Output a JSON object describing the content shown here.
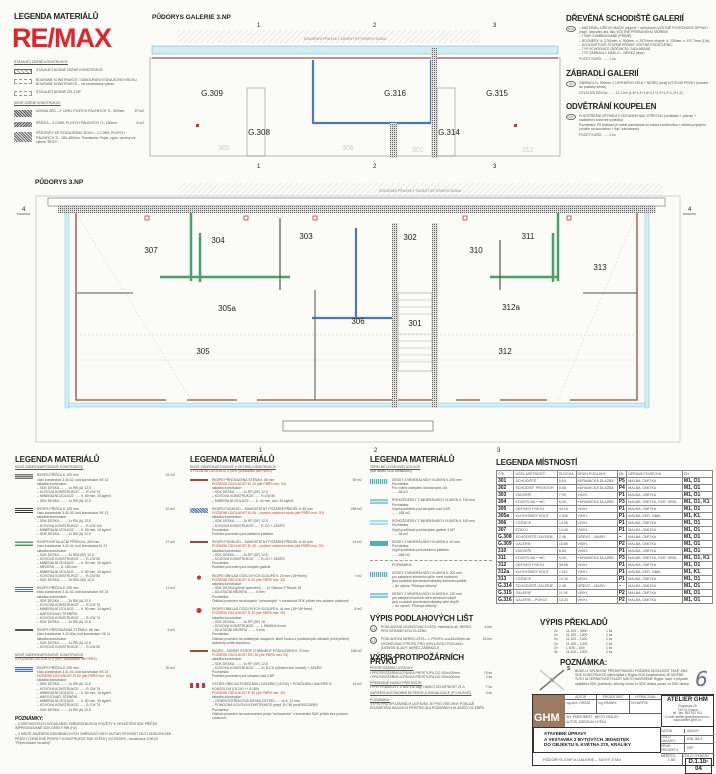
{
  "logo": {
    "text": "RE/MAX"
  },
  "top_legend": {
    "title": "LEGENDA MATERIÁLŮ",
    "existing_label": "STÁVAJÍCÍ ZDĚNÉ KONSTRUKCE",
    "items_existing": [
      "STÁVAJÍCÍ NOSNÉ ZDĚNÉ KONSTRUKCE",
      "BOURANÉ KONSTRUKCE / ODBOURÁNÍ STÁVAJÍCÍHO KROVU, BOURANÉ KONSTRUKCE – viz samostatný výkres",
      "STÁVAJÍCÍ NOSNÉ ZDI 2.NP"
    ],
    "new_label": "NOVÉ ZDĚNÉ KONSTRUKCE",
    "items_new": [
      {
        "text": "NOSNÁ ZEĎ – Z CIHEL PLNÝCH PÁLENÝCH TL. 300mm",
        "qty": "57 m2"
      },
      {
        "text": "PŘÍČKA – Z CIHEL PLNÝCH PÁLENÝCH TL. 150mm",
        "qty": "6 m2"
      },
      {
        "text": "PŘÍZDÍVKY KE STÁVAJÍCÍMU ZDIVU – Z CIHEL PLNÝCH PÁLENÝCH TL. 150–450mm. Poznámka: Popis, výpis, výměry viz výkres \"ŘEZY\".",
        "qty": ""
      }
    ]
  },
  "gallery_plan": {
    "title": "PŮDORYS GALERIE 3.NP",
    "neighbor": "SOUSEDNÍ PŘILEHLÝ OBJEKT BYTOVÉHO DOMU",
    "rooms": [
      "G.309",
      "G.316",
      "G.315",
      "G.308",
      "G.314"
    ],
    "ghost_rooms": [
      "305",
      "306",
      "301",
      "312"
    ],
    "axes": [
      "1",
      "2",
      "3"
    ]
  },
  "right_notes": {
    "stairs_title": "DŘEVĚNÁ SCHODIŠTĚ GALERIÍ",
    "stairs_tag": "SCH",
    "stairs_lines": [
      "– MATERIÁL: DŘEVO MASIV (stupně + schodnice) VČETNĚ POVRCHOVÉ ÚPRAVY (např. olejování atd. lak) VČETNĚ PŘÍPADNÉHO MOŘENÍ",
      "– TVAR: KOMBINOVANÉ (PŘÍMÉ)",
      "– ROZMĚRY: d. 2760mm, š. 900mm, v. 2570mm; stupně: š. 230mm, v. 197,7mm (13x)",
      "– SCHODIŠŤOVÉ STUPNĚ PŘÍSNÝ VČETNĚ PODSTUPNIC",
      "– TYP SCHODNICE (BOČNICE): ZADLABANÁ",
      "– TYP ZÁBRADLÍ: MADLO – NEREZ (leva)"
    ],
    "stairs_count": "POČET KUSŮ: ...... 2 ks",
    "railing_title": "ZÁBRADLÍ GALERIÍ",
    "railing_tag": "Z2",
    "railing_lines": [
      "ZÁBRADLÍ v. 900mm Z LEPENÉHO SKLA + NEREZ (mat) KOTEVNÍ PRVKY (kotvení do podlahy shora)"
    ],
    "railing_length": "CELKOVÁ DÉLKA: ...... 12,2 bm (1,6+1,3+1,6+2,1+1,9+1,2+1,3+1,2)",
    "vent_title": "ODVĚTRÁNÍ KOUPELEN",
    "vent_tag": "VZT",
    "vent_lines": [
      "PODSTŘEŠNÍ VĚTRÁNÍ S ODTAHEM NAD STŘECHU (ventilátor + potrubí + nadstřešní komínek výdechu)",
      "Poznámka: Při realizaci je nutné pamatovat na odvod kondenzátu + elektro přípojení (vodiče na souvislém + tlač. zásuvkami)."
    ],
    "vent_count": "POČET KUSŮ: ...... 2 ks"
  },
  "main_plan": {
    "title": "PŮDORYS 3.NP",
    "neighbor": "SOUSEDNÍ PŘILEHLÝ OBJEKT BYTOVÉHO DOMU",
    "rooms": [
      "307",
      "304",
      "303",
      "302",
      "310",
      "311",
      "313",
      "305a",
      "306",
      "301",
      "312a",
      "305",
      "312"
    ],
    "axes": [
      "1",
      "2",
      "3",
      "4"
    ]
  },
  "legend1": {
    "title": "LEGENDA MATERIÁLŮ",
    "sub": "NOVÉ SÁDROKARTONOVÉ KONSTRUKCE",
    "items": [
      {
        "name": "RIGIPS PŘÍČKA tl. 100 mm",
        "qty": "31 m2",
        "lines": [
          "číslo konstrukce 3.40.02, kód konstrukce SK 12",
          "skladba konstrukce:",
          "– SDK DESKA ........ 1x RB (A) 12,5",
          "– KOVOVÁ KONSTRUKCE ...... R-CW 75",
          "– MINERÁLNÍ IZOLACE ...... tl. 60 mm, 15 kg/m3",
          "– SDK DESKA ........ 1x RB (A) 12,5"
        ]
      },
      {
        "name": "RIGIPS PŘÍČKA tl. 125 mm",
        "qty": "10 m2",
        "lines": [
          "číslo konstrukce 3.40.03, kód konstrukce SK 12",
          "skladba konstrukce:",
          "– SDK DESKA ........ 1x RB (A) 12,5",
          "– KOVOVÁ KONSTRUKCE ...... R-CW 100",
          "– MINERÁLNÍ IZOLACE ...... tl. 60 mm, 15 kg/m3",
          "– SDK DESKA ........ 1x RB (A) 12,5"
        ]
      },
      {
        "name": "RIGIPS INSTALAČNÍ PŘÍČKA tl. 300 mm",
        "qty": "27 m2",
        "lines": [
          "číslo konstrukce 3.41.04, kód konstrukce IK 24",
          "skladba konstrukce:",
          "– SDK DESKA ........ 2x RBI (H2) 12,5",
          "– KOVOVÁ KONSTRUKCE ...... R-CW 50",
          "– MINERÁLNÍ IZOLACE ...... tl. 50 mm, 15 kg/m3",
          "– MEZERA ...... tl. 150 mm",
          "– MINERÁLNÍ IZOLACE ...... tl. 50 mm, 15 kg/m3",
          "– KOVOVÁ KONSTRUKCE ...... R-CW 50",
          "– SDK DESKA ........ 2x RBI (H2) 12,5"
        ]
      },
      {
        "name": "RIGIPS PŘÍČKA tl. 205 mm",
        "qty": "11 m2",
        "lines": [
          "číslo konstrukce 3.41.02, kód konstrukce SK 24",
          "skladba konstrukce:",
          "– SDK DESKA ........ 2x RB (A) 12,5",
          "– KOVOVÁ KONSTRUKCE ...... R-CW 75",
          "– MINERÁLNÍ IZOLACE ...... tl. 60 mm, 15 kg/m3",
          "– NAPOJOVACÍ TĚSNĚNÍ",
          "– KOVOVÁ KONSTRUKCE ...... R-CW 75",
          "– SDK DESKA ........ 2x RB (A) 12,5"
        ]
      },
      {
        "name": "RIGIPS PŘEDSAZENÁ STĚNA tl. 65 mm",
        "qty": "5 m2",
        "lines": [
          "číslo konstrukce 3.22.00a, kód konstrukce OK 11",
          "skladba konstrukce:",
          "– SDK DESKA ........ 1x RB (A) 12,5",
          "– KOVOVÁ KONSTRUKCE ...... R-CW 50"
        ]
      }
    ],
    "sub2": "NOVÉ SÁDROKARTONOVÉ KONSTRUKCE",
    "sub2_red": "S POŽÁRNÍ ODOLNOSTÍ (min. požadavek dle PBŘS)",
    "fire_item": {
      "name": "RIGIPS PŘÍČKA tl. 205 mm",
      "qty": "20 m2",
      "lines": [
        "číslo konstrukce 3.41.02, kód konstrukce SK 24"
      ],
      "red": "POŽÁRNÍ ODOLNOST EI 60 (dle PBŘS min. 30)",
      "lines2": [
        "skladba konstrukce:",
        "– SDK DESKA ........ 2x RB (A) 12,5",
        "– KOVOVÁ KONSTRUKCE ...... R-CW 75",
        "– MINERÁLNÍ IZOLACE ...... tl. 60 mm, 15 kg/m3",
        "– NAPOJOVACÍ TĚSNĚNÍ",
        "– MINERÁLNÍ IZOLACE ...... tl. 60 mm, 15 kg/m3",
        "– KOVOVÁ KONSTRUKCE ...... R-CW 75",
        "– SDK DESKA ........ 2x RB (A) 12,5"
      ]
    },
    "notes_title": "POZNÁMKY:",
    "notes": [
      "– V MÍSTNOSTECH SOCIÁLNÍHO ZAŘÍZENÍ BUDOU POUŽITY K OPLÁŠTĚNÍ SDK PŘÍČEK IMPREGNOVANÉ SDK DESKY RBI (H2)",
      "– V MÍSTĚ ZAVĚŠENÍ ZÁSOBNÍKOVÝCH OHŘÍVAČŮ VODY NUTNO PROVÉST DÍLČÍ ZESÍLENÍ SDK PŘÍČKY (ZESÍLENÉ PROFILY KONSTRUKCE SDK STĚNY) VIZ RIGIPS – konstrukce 2.90.00 \"Připevňování na stěny\""
    ]
  },
  "legend2": {
    "title": "LEGENDA MATERIÁLŮ",
    "sub": "NOVÉ SÁDROKARTONOVÉ (+CETRIS) KONSTRUKCE",
    "sub_red": "S POŽÁRNÍ ODOLNOSTÍ (min. požadavek dle PBŘS)",
    "items": [
      {
        "name": "RIGIPS PŘEDSAZENÁ STĚNA tl. 65 mm",
        "qty": "69 m2",
        "red": "POŽÁRNÍ ODOLNOST EI 30 (dle PBŘS min. 30)",
        "lines": [
          "skladba konstrukce:",
          "– SDK DESKA ........ 1x RF (DF) 12,5",
          "– KOVOVÁ KONSTRUKCE ...... R-CW 50",
          "– MINERÁLNÍ IZOLACE ...... tl. 40 mm, min. 30 kg/m3"
        ]
      },
      {
        "name": "RIGIPS PODHLED – SAMOSTATNÝ POŽÁRNÍ PŘEDĚL tl. 65 mm",
        "qty": "288 m2",
        "red": "POŽÁRNÍ ODOLNOST EI 45 – požární odolnost zdola (dle PBŘS min. 30)",
        "lines": [
          "skladba konstrukce:",
          "– SDK DESKA ........ 2x RF (DF) 12,5",
          "– KOVOVÁ KONSTRUKCE ...... R-CD + ZÁVĚS",
          "Poznámka:",
          "Podhled proveden pod střešním pláštěm."
        ]
      },
      {
        "name": "RIGIPS PODHLED – SAMOSTATNÝ POŽÁRNÍ PŘEDĚL tl. 60 mm",
        "qty": "41 m2",
        "red": "POŽÁRNÍ ODOLNOST EI 45 – požární odolnost zdola (dle PBŘS min. 30)",
        "lines": [
          "skladba konstrukce:",
          "– SDK DESKA ........ 2x RF (DF) 12,5",
          "– KOVOVÁ KONSTRUKCE ...... R-CD + ZÁVĚS",
          "Poznámka:",
          "Podhled proveden pod stropem galerie."
        ]
      },
      {
        "name": "RIGIPS OBKLAD OCELOVÝCH SLOUPŮ tl. 20 mm (15+5mm)",
        "qty": "7 m2",
        "red": "POŽÁRNÍ ODOLNOST R 30 (dle PBŘS min. 30)",
        "lines": [
          "skladba konstrukce:",
          "– SDK DESKA (přímé upevnění) .... 1x Glasroc F Ridurit 15",
          "– DILATAČNÍ MEZERA ........ 5 mm",
          "Poznámka:",
          "Obklad proveden na sloupech \"schovaných\" v konstrukci SDK příček bez požární odolnosti."
        ]
      },
      {
        "name": "RIGIPS OBKLAD OCELOVÝCH SLOUPŮ tl. 41 mm (18+18+5mm)",
        "qty": "8 m2",
        "red": "POŽÁRNÍ ODOLNOST R 30 (dle PBŘS min. 30)",
        "lines": [
          "skladba konstrukce:",
          "– SDK DESKA ........ 2x RF (DF) 18",
          "– KOVOVÁ KONSTRUKCE ...... L 50x50x0,6 mm",
          "– DILATAČNÍ MEZERA ........ 5 mm",
          "Poznámka:",
          "Obklad proveden na viditelných sloupech, které budou z pohledových stěnách (určit průřez) obloženy určité tloušťkou."
        ]
      },
      {
        "name": "RIGIPS – NOSNÝ STROP CHRÁNĚNÝ PODHLEDEM tl. 70 mm",
        "qty": "168 m2",
        "red": "POŽÁRNÍ ODOLNOST REI 30 (dle PBŘS min. 30)",
        "lines": [
          "skladba konstrukce:",
          "– SDK DESKA ........ 1x RF (DF) 12,5",
          "– KOVOVÁ KONSTRUKCE ...... 2x R-CD (střídem dvě úrovně) + ZÁVĚS",
          "Poznámka:",
          "Podhled proveden pod stropem nad 3.NP."
        ]
      },
      {
        "name": "CETRIS OBKLAD PODŮLNÍKU GALERIE (I 8.240) + PODŮLNÍKU GALERIE S KONZOLOU (I 8.240 + I 8.180)",
        "qty": "15 m2",
        "red": "POŽÁRNÍ ODOLNOST R 30 (dle PBŘS min. 30)",
        "lines": [
          "skladba konstrukce:",
          "– CEMENTOTŘÍSKOVÁ DESKA CETRIS ..... 1x tl. 12 mm",
          "– POMOCNÁ KOVOVÁ KONSTRUKCE (např. R-CW profil 50/125/50)",
          "Poznámka:",
          "Obklad proveden na vodorovném prvku \"schovaném\" v konstrukci SDK příček bez požární odolnosti."
        ]
      }
    ]
  },
  "legend3": {
    "title": "LEGENDA MATERIÁLŮ",
    "sub": "TEPELNÉ (ZVUKOVÉ) IZOLACE",
    "sub2": "(not rámec SDK konstrukcí)",
    "items": [
      {
        "name": "DESKY Z MINERÁLNÍCH VLÁKEN tl. 200 mm",
        "lines": [
          "Poznámka:",
          "Pro vnitřní zateplení obvodových zdí.",
          "...... 66 m2"
        ]
      },
      {
        "name": "ROHOŽ/DESKY Z MINERÁLNÍCH VLÁKEN tl. 100 mm",
        "lines": [
          "Poznámka:",
          "Výplň podhledu pod stropem nad 3.NP.",
          "...... 168 m2"
        ]
      },
      {
        "name": "ROHOŽ/DESKY Z MINERÁLNÍCH VLÁKEN tl. 100 mm",
        "lines": [
          "Poznámka:",
          "Výplň podhledu pod stropem galerie 3.NP.",
          "...... 34 m2"
        ]
      },
      {
        "name": "DESKY Z MINERÁLNÍCH VLÁKEN tl. 40 mm",
        "lines": [
          "Poznámka:",
          "Výplň podhledu pod střešním pláštěm.",
          "...... 288 m2"
        ]
      }
    ],
    "note_title": "POZNÁMKA:",
    "notes": [
      {
        "name": "DESKY Z MINERÁLNÍCH VLÁKEN tl. 200 mm",
        "lines": [
          "pro zateplení středního pilíře mezi krokvemi",
          "jsou součástí konstrukce/skladby střešního pláště",
          "– viz výkres \"Půdorys střechy\"."
        ]
      },
      {
        "name": "DESKY Z MINERÁLNÍCH VLÁKEN tl. 120 mm",
        "lines": [
          "pro zateplení bočních stěn střešních vikýřů",
          "jsou součástí konstrukce/skladby stěn vikýřů",
          "– viz výkres \"Půdorys střechy\"."
        ]
      }
    ],
    "skirting_title": "VÝPIS PODLAHOVÝCH LIŠT",
    "skirting": [
      {
        "tag": "L1",
        "text": "PODLAHOVÁ UKONČOVACÍ LIŠTA, materiál Al alt. NEREZ, PRO KERAMICKOU DLAŽBU",
        "qty": "4 bm"
      },
      {
        "tag": "L2",
        "text": "PODLAHOVÁ NEREZ LIŠTA – L-PROFIL cca 40x40mm alt. UKONČOVACÍ PROFIL PRO VINYLOVOU PODLAHU (DESIGN SLADIT NEREZ ZÁBRADLÍ)",
        "qty": "15 bm"
      }
    ],
    "fire_title": "VÝPIS PROTIPOŽÁRNÍCH PRVKŮ",
    "fire_sub1": "PROTIPOŽÁRNÍ UCPÁVKY:",
    "fire_items1": [
      {
        "text": "• PROTIPOŽÁRNÍ UCPÁVKA PROSTUPU DO 100x100mm",
        "qty": "10 ks"
      },
      {
        "text": "• PROTIPOŽÁRNÍ UCPÁVKA PROSTUPU DO 200x200mm",
        "qty": "3 ks"
      }
    ],
    "fire_sub2": "PŘENOSNÉ HASICÍ PŘÍSTROJE:",
    "fire_items2": [
      {
        "text": "• PHP PRÁŠKOVÝ S NÁPLNÍ 6kg, HASICÍ SCHOPNOST 21 A",
        "qty": "7 ks"
      }
    ],
    "fire_sub3": "ZAŘÍZENÍ AUTONOMNÍ DETEKCE A SIGNALIZACE (PO HLÁSIČ)",
    "fire_sub3_qty": "4 ks",
    "fire_note_title": "POZNÁMKA:",
    "fire_note": "VÝPIS PROTIPOŽÁRNÍCH UCPÁVEK JE PRO VŠECHNY PODLAŽÍ. ROZMÍSTĚNÍ HASICÍCH PŘÍSTROJŮ A POŽÁRNÍCH HLÁSIČŮ VIZ PBŘS."
  },
  "rooms_legend": {
    "title": "LEGENDA MÍSTNOSTÍ",
    "headers": [
      "ČÍS.",
      "ÚČEL MÍSTNOSTI",
      "PLOCHA",
      "DRUH PODLAHY",
      "ZN.",
      "ÚPRAVA POVRCHU",
      "ZN."
    ],
    "rows": [
      [
        "301",
        "SCHODIŠTĚ",
        "5.63",
        "KERAMICKÁ DLAŽBA",
        "P5",
        "MALBA, OMÍTKA",
        "M1, O1"
      ],
      [
        "302",
        "SCHODIŠŤ. PROSTOR",
        "8.48",
        "KERAMICKÁ DLAŽBA",
        "P4",
        "MALBA, OMÍTKA",
        "M1, O1"
      ],
      [
        "303",
        "ZÁDVEŘÍ",
        "7.90",
        "VINYL",
        "P1",
        "MALBA, OMÍTKA",
        "M1, O1"
      ],
      [
        "304",
        "KOUPELNA + WC",
        "6.00",
        "KERAMICKÁ DLAŽBA",
        "P3",
        "MALBA, OMÍTKA, KER. OBKL.",
        "M1, O1, K1"
      ],
      [
        "305",
        "OBÝVACÍ POKOJ",
        "44.15",
        "VINYL",
        "P1",
        "MALBA, OMÍTKA",
        "M1, O1"
      ],
      [
        "305a",
        "KUCHYŇSKÝ KOUT",
        "v 305",
        "VINYL",
        "P1",
        "MALBA, KER. OBKL.",
        "M1, K1"
      ],
      [
        "306",
        "LOŽNICE",
        "14.56",
        "VINYL",
        "P1",
        "MALBA, OMÍTKA",
        "M1, O1"
      ],
      [
        "307",
        "POKOJ",
        "14.49",
        "VINYL",
        "P1",
        "MALBA, OMÍTKA",
        "M1, O1"
      ],
      [
        "G.308",
        "SCHODIŠTĚ GALERIE",
        "2.48",
        "DŘEVO – MASIV",
        "–",
        "MALBA, OMÍTKA",
        "M1, O1"
      ],
      [
        "G.309",
        "GALERIE",
        "15.86",
        "VINYL",
        "P2",
        "MALBA, OMÍTKA",
        "M1, O1"
      ],
      [
        "310",
        "ZÁDVEŘÍ",
        "6.84",
        "VINYL",
        "P1",
        "MALBA, OMÍTKA",
        "M1, O1"
      ],
      [
        "311",
        "KOUPELNA + WC",
        "5.00",
        "KERAMICKÁ DLAŽBA",
        "P3",
        "MALBA, OMÍTKA, KER. OBKL.",
        "M1, O1, K1"
      ],
      [
        "312",
        "OBÝVACÍ POKOJ",
        "38.88",
        "VINYL",
        "P1",
        "MALBA, OMÍTKA",
        "M1, O1"
      ],
      [
        "312a",
        "KUCHYŇSKÝ KOUT",
        "v 312",
        "VINYL",
        "P1",
        "MALBA, KER. OBKL.",
        "M1, K1"
      ],
      [
        "313",
        "LOŽNICE",
        "10.36",
        "VINYL",
        "P1",
        "MALBA, OMÍTKA",
        "M1, O1"
      ],
      [
        "G.314",
        "SCHODIŠTĚ GALERIE",
        "2.48",
        "DŘEVO – MASIV",
        "–",
        "MALBA, OMÍTKA",
        "M1, O1"
      ],
      [
        "G.315",
        "GALERIE",
        "11.94",
        "VINYL",
        "P2",
        "MALBA, OMÍTKA",
        "M1, O1"
      ],
      [
        "G.316",
        "GALERIE – POKOJ",
        "12.24",
        "VINYL",
        "P2",
        "MALBA, OMÍTKA",
        "M1, O1"
      ]
    ]
  },
  "lintels": {
    "title": "VÝPIS PŘEKLADŮ",
    "rows": [
      [
        "2x",
        "11.100 – 3000",
        "1 ks"
      ],
      [
        "2x",
        "11.100 – 1500",
        "1 ks"
      ],
      [
        "2x",
        "11.100 – 1400",
        "1 ks"
      ],
      [
        "2x",
        "11.100 – 1300",
        "1 ks"
      ],
      [
        "2x",
        "L 8.50 – 600",
        "1 ks"
      ],
      [
        "3x",
        "11.100 – 1300",
        "2 ks"
      ]
    ]
  },
  "note": {
    "title": "POZNÁMKA:",
    "text": "BUDE-LI SPLŇOVAT PŘEDEPSANOU POŽÁRNÍ ODOLNOST TAKÉ JINÁ SDK KONSTRUKCE (alternativa k Rigips SDK konstrukcím) JE MOŽNÉ TUTO ALTERNATIVNÍ POUŽÍT MÍSTO NAVRŽENÉ Rigips. např. v případě opláštění SDK podhledu, střechy místo 2x SDK deska pouze 1x SDK deska.",
    "north": "S",
    "sheet_mark": "6"
  },
  "title_block": {
    "headers": [
      "AUTOR",
      "PROJEKTANT",
      "VYPRACOVAL"
    ],
    "names": [
      "Ing.arch. ORSZA",
      "Ing.HRABEK",
      "SCHARPZE"
    ],
    "logo": "GHM",
    "atelier": "ATELIER GHM",
    "atelier_lines": [
      "Engliśova 16",
      "746 01 Opava",
      "tel., fax: 553 622 511",
      "e-mail: atelier.ghm@seznam.cz",
      "www.atelier-ghm.cz"
    ],
    "investor_label": "INV.",
    "investor": "PARSOBERT",
    "place_label": "MÍSTO",
    "place": "KRÁLÍKY",
    "author_label": "AUTOR",
    "author": "JAROSLAV HYŠKA",
    "project": [
      "STAVEBNÍ ÚPRAVY",
      "A VESTAVBA 2 BYTOVÝCH JEDNOTEK",
      "DO OBJEKTU 5. KVĚTNA 270, KRÁLÍKY"
    ],
    "drawing": "PŮDORYS 3.NP A GALERIE – NOVÝ STAV",
    "meta": [
      [
        "DATUM",
        "06/2020"
      ],
      [
        "ČÍSLO ZAKÁZKY",
        "DWI 163-3"
      ],
      [
        "DRUH PROJEKTU",
        "DSP"
      ]
    ],
    "scale_label": "MĚŘÍTKO",
    "scale": "1:50",
    "sheet_label": "ČÍSLO VÝKRESU",
    "sheet": "D.1.1b-04"
  },
  "colors": {
    "brick": "#9a4a3a",
    "sdk_green": "#4aa06a",
    "sdk_blue": "#4a7ab0",
    "insulation": "#9fd8e8",
    "remax_red": "#e0262c",
    "remax_blue": "#1b3a8c",
    "ghm_brown": "#9a7a60"
  }
}
